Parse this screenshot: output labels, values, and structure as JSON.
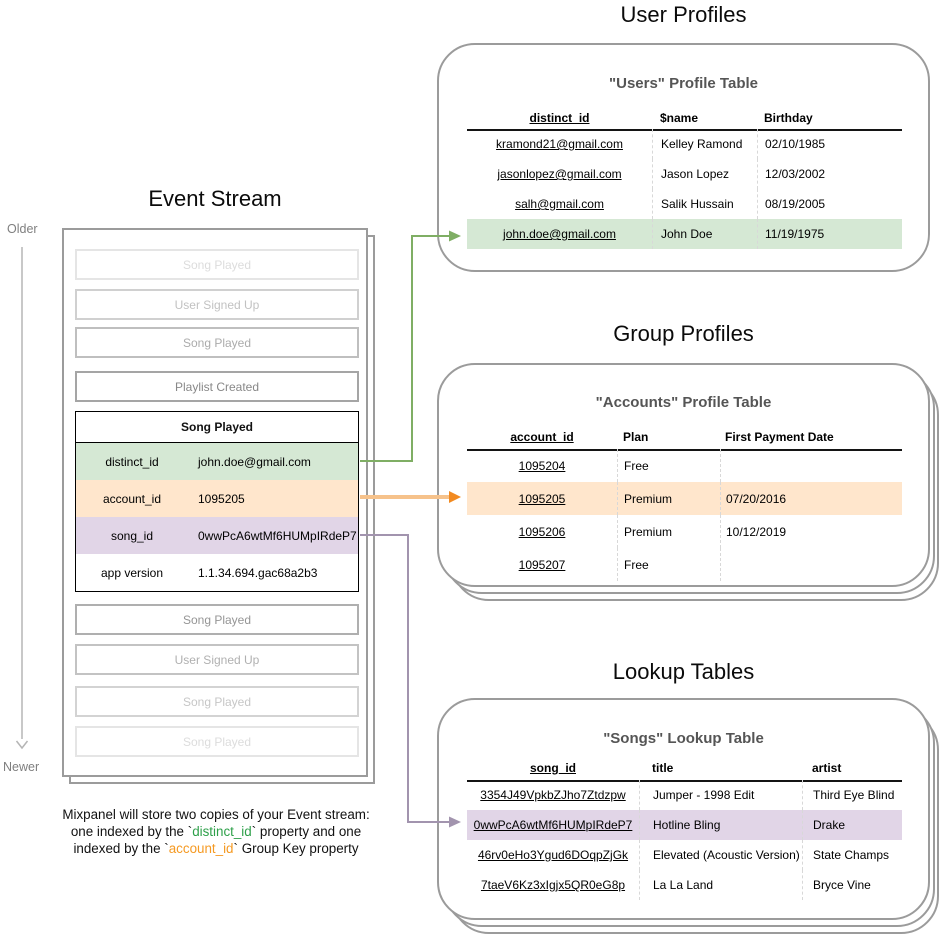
{
  "colors": {
    "green_fill": "#d5e8d4",
    "orange_fill": "#ffe6cc",
    "purple_fill": "#e1d5e7",
    "green_arrow": "#7fae64",
    "orange_arrow_line": "#f6c28b",
    "orange_arrow_head": "#f28a20",
    "purple_arrow": "#a294ae",
    "timeline_gray": "#b5b5b5",
    "caption_green": "#2ea04a",
    "caption_orange": "#f59a23"
  },
  "event_stream": {
    "title": "Event Stream",
    "older_label": "Older",
    "newer_label": "Newer",
    "events_before": [
      "Song Played",
      "User Signed Up",
      "Song Played",
      "Playlist Created"
    ],
    "expanded_event": {
      "title": "Song Played",
      "properties": [
        {
          "key": "distinct_id",
          "value": "john.doe@gmail.com"
        },
        {
          "key": "account_id",
          "value": "1095205"
        },
        {
          "key": "song_id",
          "value": "0wwPcA6wtMf6HUMpIRdeP7"
        },
        {
          "key": "app version",
          "value": "1.1.34.694.gac68a2b3"
        }
      ]
    },
    "events_after": [
      "Song Played",
      "User Signed Up",
      "Song Played",
      "Song Played"
    ]
  },
  "user_profiles": {
    "section_title": "User Profiles",
    "table_title": "\"Users\" Profile Table",
    "columns": [
      "distinct_id",
      "$name",
      "Birthday"
    ],
    "rows": [
      [
        "kramond21@gmail.com",
        "Kelley Ramond",
        "02/10/1985"
      ],
      [
        "jasonlopez@gmail.com",
        "Jason Lopez",
        "12/03/2002"
      ],
      [
        "salh@gmail.com",
        "Salik Hussain",
        "08/19/2005"
      ],
      [
        "john.doe@gmail.com",
        "John Doe",
        "11/19/1975"
      ]
    ]
  },
  "group_profiles": {
    "section_title": "Group Profiles",
    "table_title": "\"Accounts\" Profile Table",
    "columns": [
      "account_id",
      "Plan",
      "First Payment Date"
    ],
    "rows": [
      [
        "1095204",
        "Free",
        ""
      ],
      [
        "1095205",
        "Premium",
        "07/20/2016"
      ],
      [
        "1095206",
        "Premium",
        "10/12/2019"
      ],
      [
        "1095207",
        "Free",
        ""
      ]
    ]
  },
  "lookup_tables": {
    "section_title": "Lookup Tables",
    "table_title": "\"Songs\" Lookup Table",
    "columns": [
      "song_id",
      "title",
      "artist"
    ],
    "rows": [
      [
        "3354J49VpkbZJho7Ztdzpw",
        "Jumper - 1998 Edit",
        "Third Eye Blind"
      ],
      [
        "0wwPcA6wtMf6HUMpIRdeP7",
        "Hotline Bling",
        "Drake"
      ],
      [
        "46rv0eHo3Ygud6DOqpZjGk",
        "Elevated (Acoustic Version)",
        "State Champs"
      ],
      [
        "7taeV6Kz3xIgjx5QR0eG8p",
        "La La Land",
        "Bryce Vine"
      ]
    ]
  },
  "caption": {
    "line1": "Mixpanel will store two copies of your Event stream:",
    "line2_pre": "one indexed by the `",
    "line2_key": "distinct_id",
    "line2_post": "` property and one",
    "line3_pre": "indexed by the `",
    "line3_key": "account_id",
    "line3_post": "` Group Key property"
  }
}
